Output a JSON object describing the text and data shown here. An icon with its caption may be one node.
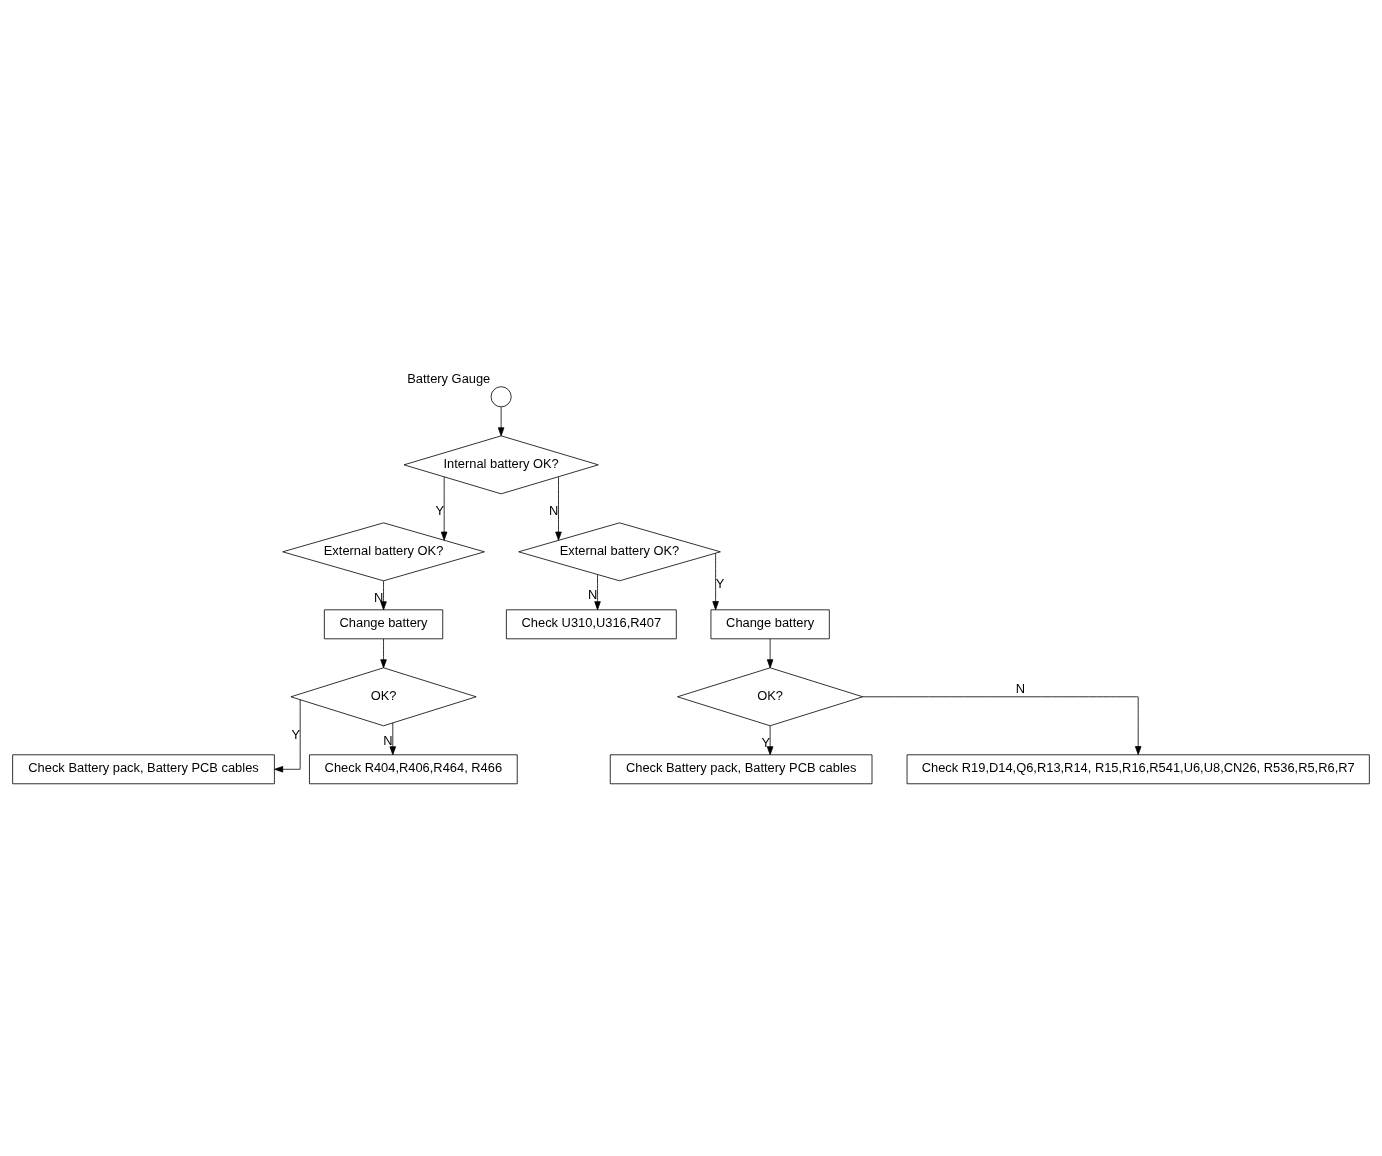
{
  "diagram": {
    "nodes": [
      {
        "text": [
          "Battery Gauge"
        ]
      },
      {
        "text": [
          "Internal battery OK?"
        ]
      },
      {
        "text": [
          "External battery OK?"
        ]
      },
      {
        "text": [
          "External battery OK?"
        ]
      },
      {
        "text": [
          "Change battery"
        ]
      },
      {
        "text": [
          "Check U310,U316,R407"
        ]
      },
      {
        "text": [
          "Change battery"
        ]
      },
      {
        "text": [
          "OK?"
        ]
      },
      {
        "text": [
          "OK?"
        ]
      },
      {
        "text": [
          "Check Battery pack, Battery PCB cables"
        ]
      },
      {
        "text": [
          "Check R404,R406,R464, R466"
        ]
      },
      {
        "text": [
          "Check Battery pack, Battery PCB cables"
        ]
      },
      {
        "text": [
          "Check R19,D14,Q6,R13,R14, R15,R16,R541,U6,U8,CN26, R536,R5,R6,R7"
        ]
      }
    ],
    "edges": [
      {
        "from": 0,
        "to": 1,
        "arrow": "to"
      },
      {
        "from": 1,
        "to": 2,
        "label": "Y",
        "arrow": "to"
      },
      {
        "from": 1,
        "to": 3,
        "label": "N",
        "arrow": "to"
      },
      {
        "from": 2,
        "to": 4,
        "label": "N",
        "arrow": "to"
      },
      {
        "from": 3,
        "to": 5,
        "label": "N",
        "arrow": "to"
      },
      {
        "from": 3,
        "to": 6,
        "label": "Y",
        "arrow": "to"
      },
      {
        "from": 4,
        "to": 7,
        "arrow": "to"
      },
      {
        "from": 7,
        "to": 9,
        "label": "Y",
        "arrow": "to"
      },
      {
        "from": 7,
        "to": 10,
        "label": "N",
        "arrow": "to"
      },
      {
        "from": 6,
        "to": 8,
        "arrow": "to"
      },
      {
        "from": 8,
        "to": 11,
        "label": "Y",
        "arrow": "to"
      },
      {
        "from": 8,
        "to": 12,
        "label": "N",
        "arrow": "to"
      }
    ]
  }
}
